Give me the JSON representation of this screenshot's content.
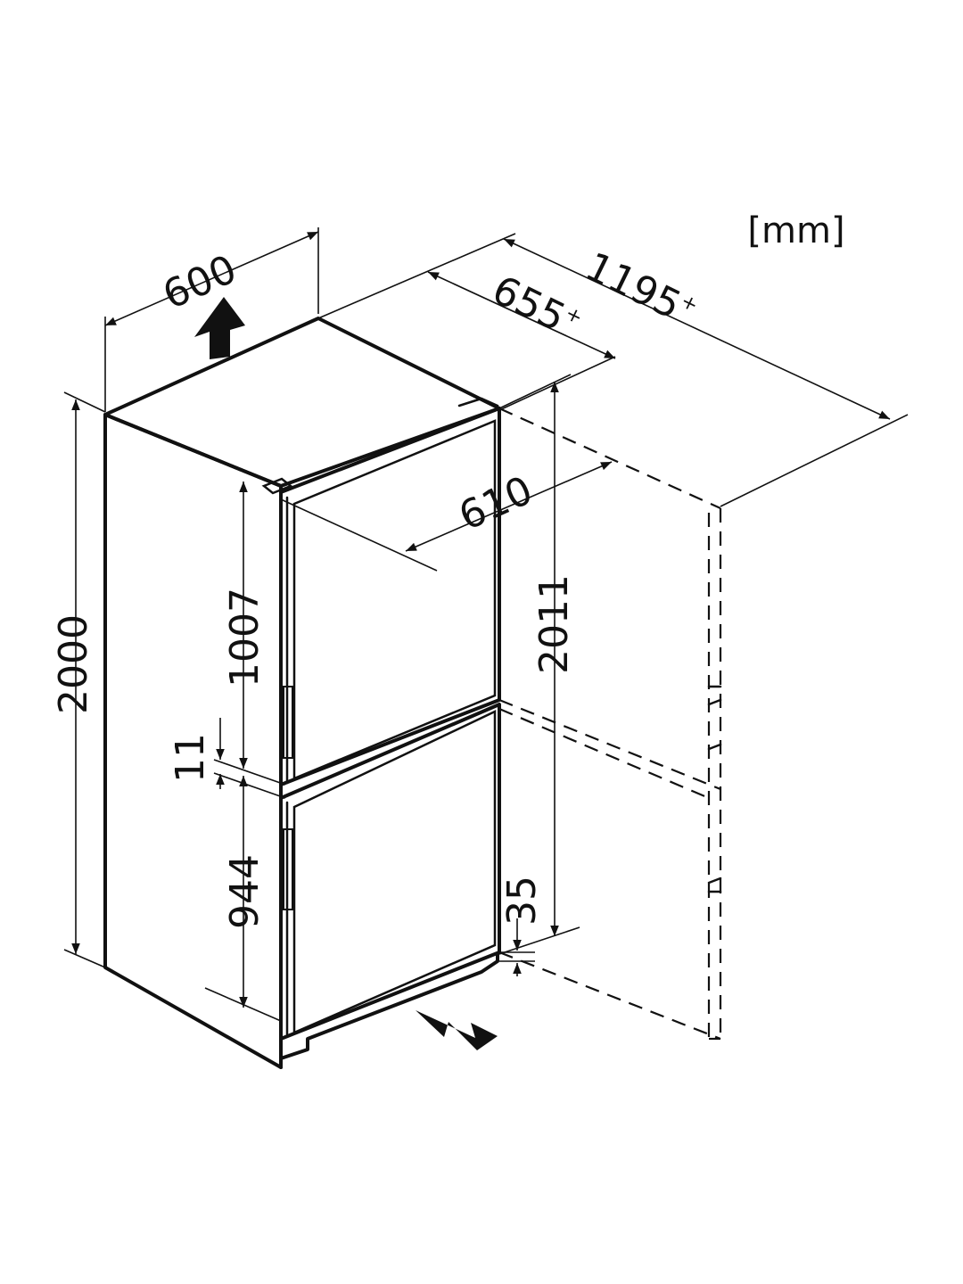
{
  "unit_label": "[mm]",
  "dimensions": {
    "width": "600",
    "depth": "655",
    "depth_superscript": "+",
    "depth_with_door_open": "1195",
    "depth_with_door_open_superscript": "+",
    "door_width": "610",
    "total_height": "2000",
    "height_with_clearance": "2011",
    "upper_door_height": "1007",
    "door_gap": "11",
    "lower_door_height": "944",
    "base_clearance": "35"
  },
  "arrows": [
    {
      "name": "airflow-up-arrow",
      "meaning": "air outlet"
    },
    {
      "name": "airflow-in-arrow",
      "meaning": "air inlet"
    }
  ]
}
